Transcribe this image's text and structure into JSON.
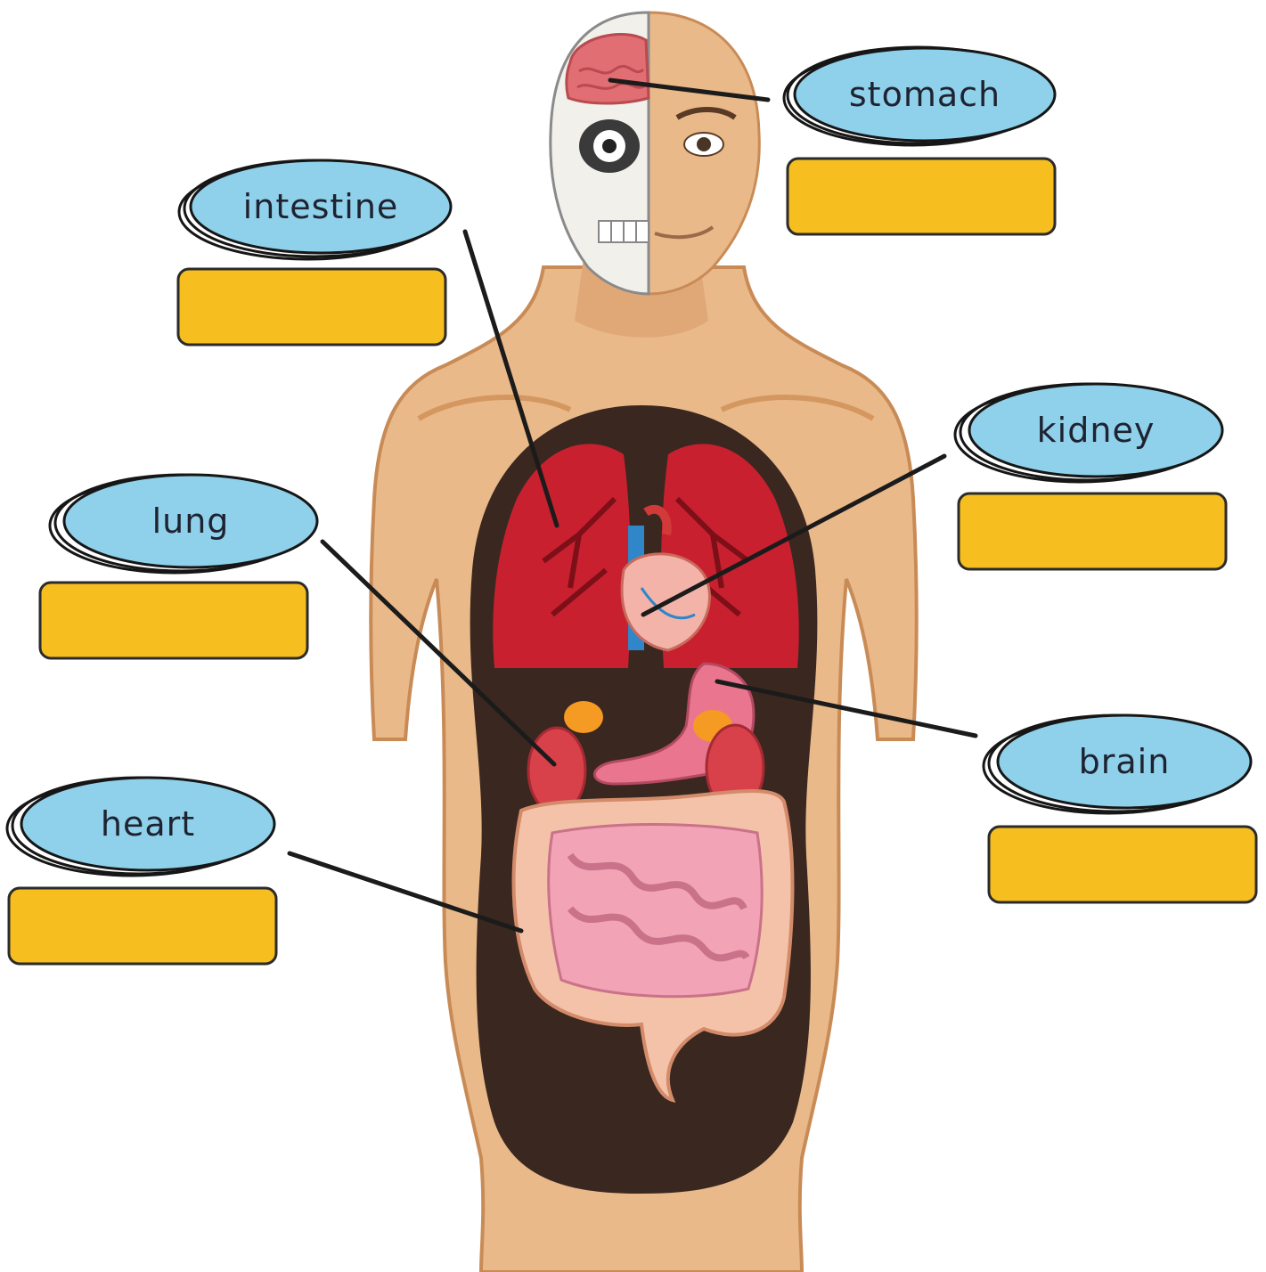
{
  "labels": {
    "stomach": "stomach",
    "intestine": "intestine",
    "kidney": "kidney",
    "lung": "lung",
    "brain": "brain",
    "heart": "heart"
  },
  "answers": {
    "stomach": "",
    "intestine": "",
    "kidney": "",
    "lung": "",
    "brain": "",
    "heart": ""
  },
  "colors": {
    "bubble": "#8fd1ea",
    "answer_box": "#f6be1f",
    "skin": "#e9b98a",
    "cavity": "#3a2720",
    "lungs": "#c8202f",
    "intestine": "#f2a3b5"
  },
  "icons": [
    "brain-icon",
    "skull-icon",
    "lungs-icon",
    "heart-icon",
    "kidney-icon",
    "stomach-icon",
    "intestine-icon"
  ]
}
